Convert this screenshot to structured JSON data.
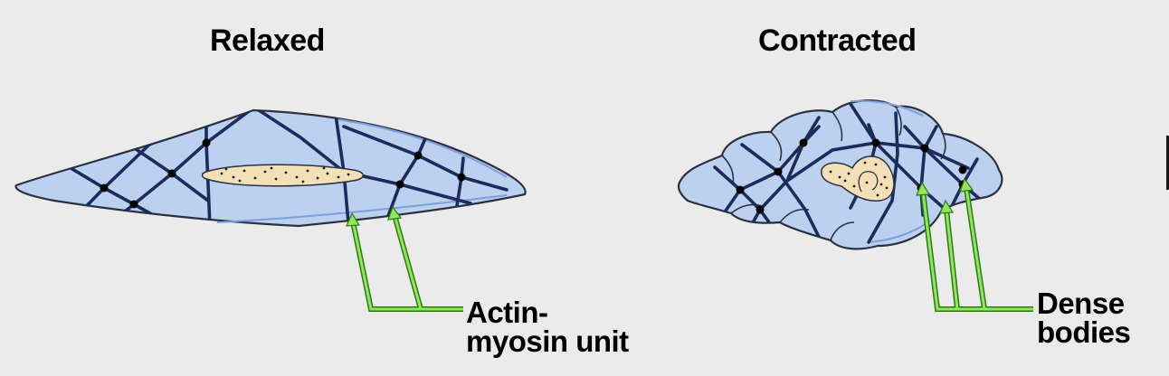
{
  "titles": {
    "relaxed": "Relaxed",
    "contracted": "Contracted"
  },
  "labels": {
    "actin_line1": "Actin-",
    "actin_line2": "myosin unit",
    "dense_line1": "Dense",
    "dense_line2": "bodies"
  },
  "colors": {
    "background": "#ebebeb",
    "cell_fill": "#bcd0ef",
    "cell_outline": "#2b3140",
    "filament": "#1c2a5c",
    "nucleus_fill": "#f3dfb8",
    "arrow": "#7ddc4a"
  }
}
